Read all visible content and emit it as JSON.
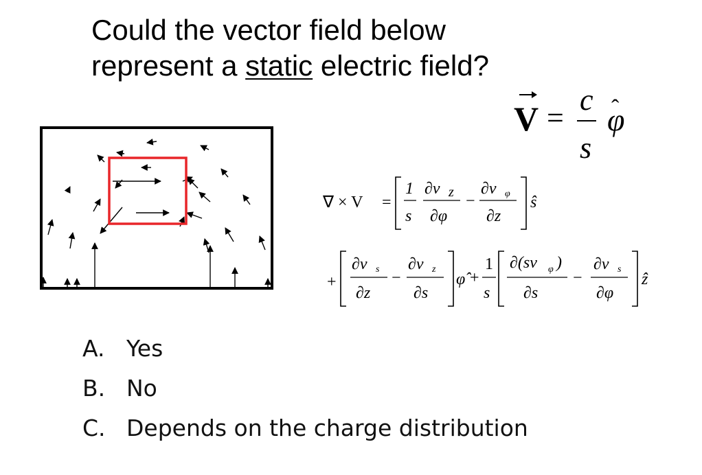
{
  "question": {
    "line1": "Could the vector field below",
    "line2_prefix": "represent a ",
    "line2_emph": "static",
    "line2_suffix": " electric field?"
  },
  "field_equation": {
    "lhs": "V",
    "equals": "=",
    "numerator": "c",
    "denominator": "s",
    "unit": "φ"
  },
  "curl_formula": {
    "lhs": "∇ × V",
    "equals": "=",
    "term1_a_num": "1",
    "term1_a_den": "s",
    "term1_b_num": "∂v",
    "term1_b_sub": "z",
    "term1_b_den": "∂φ",
    "term1_c_num": "∂v",
    "term1_c_sub": "φ",
    "term1_c_den": "∂z",
    "term1_unit": "ŝ",
    "minus": "−",
    "plus": "+",
    "term2_a_num": "∂v",
    "term2_a_sub": "s",
    "term2_a_den": "∂z",
    "term2_b_num": "∂v",
    "term2_b_sub": "z",
    "term2_b_den": "∂s",
    "term2_unit": "φ̂",
    "term3_a_num": "1",
    "term3_a_den": "s",
    "term3_b_num": "∂(sv",
    "term3_b_sub": "φ",
    "term3_b_close": ")",
    "term3_b_den": "∂s",
    "term3_c_num": "∂v",
    "term3_c_sub": "s",
    "term3_c_den": "∂φ",
    "term3_unit": "ẑ"
  },
  "answers": [
    {
      "letter": "A.",
      "text": "Yes"
    },
    {
      "letter": "B.",
      "text": "No"
    },
    {
      "letter": "C.",
      "text": "Depends on the charge distribution"
    }
  ],
  "colors": {
    "highlight_box": "#e8262a",
    "ink": "#000000"
  }
}
